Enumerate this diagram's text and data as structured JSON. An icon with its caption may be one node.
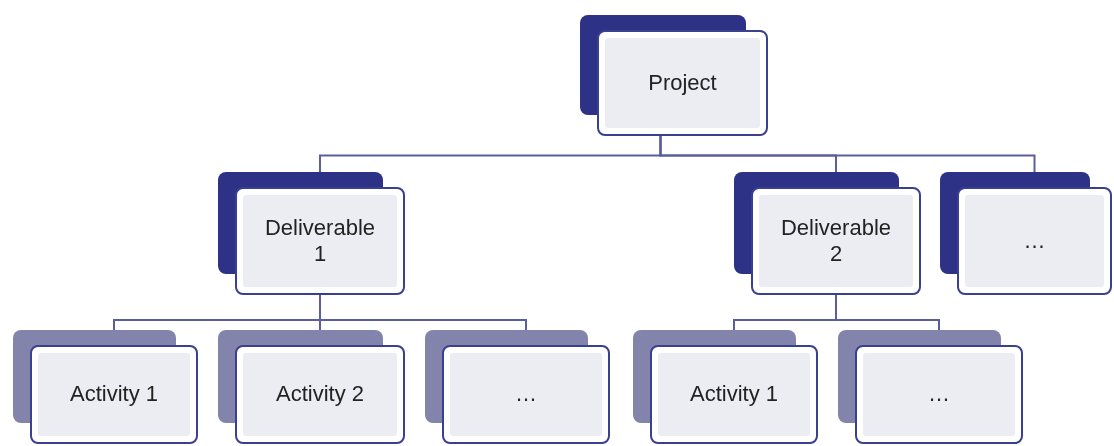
{
  "diagram": {
    "nodes": [
      {
        "text": [
          "Project"
        ]
      },
      {
        "text": [
          "Deliverable 1"
        ]
      },
      {
        "text": [
          "Deliverable 2"
        ]
      },
      {
        "text": [
          "…"
        ]
      },
      {
        "text": [
          "Activity 1"
        ]
      },
      {
        "text": [
          "Activity 2"
        ]
      },
      {
        "text": [
          "…"
        ]
      },
      {
        "text": [
          "Activity 1"
        ]
      },
      {
        "text": [
          "…"
        ]
      }
    ],
    "edges": [
      {
        "from": 0,
        "to": 1,
        "arrow": "none"
      },
      {
        "from": 0,
        "to": 2,
        "arrow": "none"
      },
      {
        "from": 0,
        "to": 3,
        "arrow": "none"
      },
      {
        "from": 1,
        "to": 4,
        "arrow": "none"
      },
      {
        "from": 1,
        "to": 5,
        "arrow": "none"
      },
      {
        "from": 1,
        "to": 6,
        "arrow": "none"
      },
      {
        "from": 2,
        "to": 7,
        "arrow": "none"
      },
      {
        "from": 2,
        "to": 8,
        "arrow": "none"
      }
    ]
  }
}
